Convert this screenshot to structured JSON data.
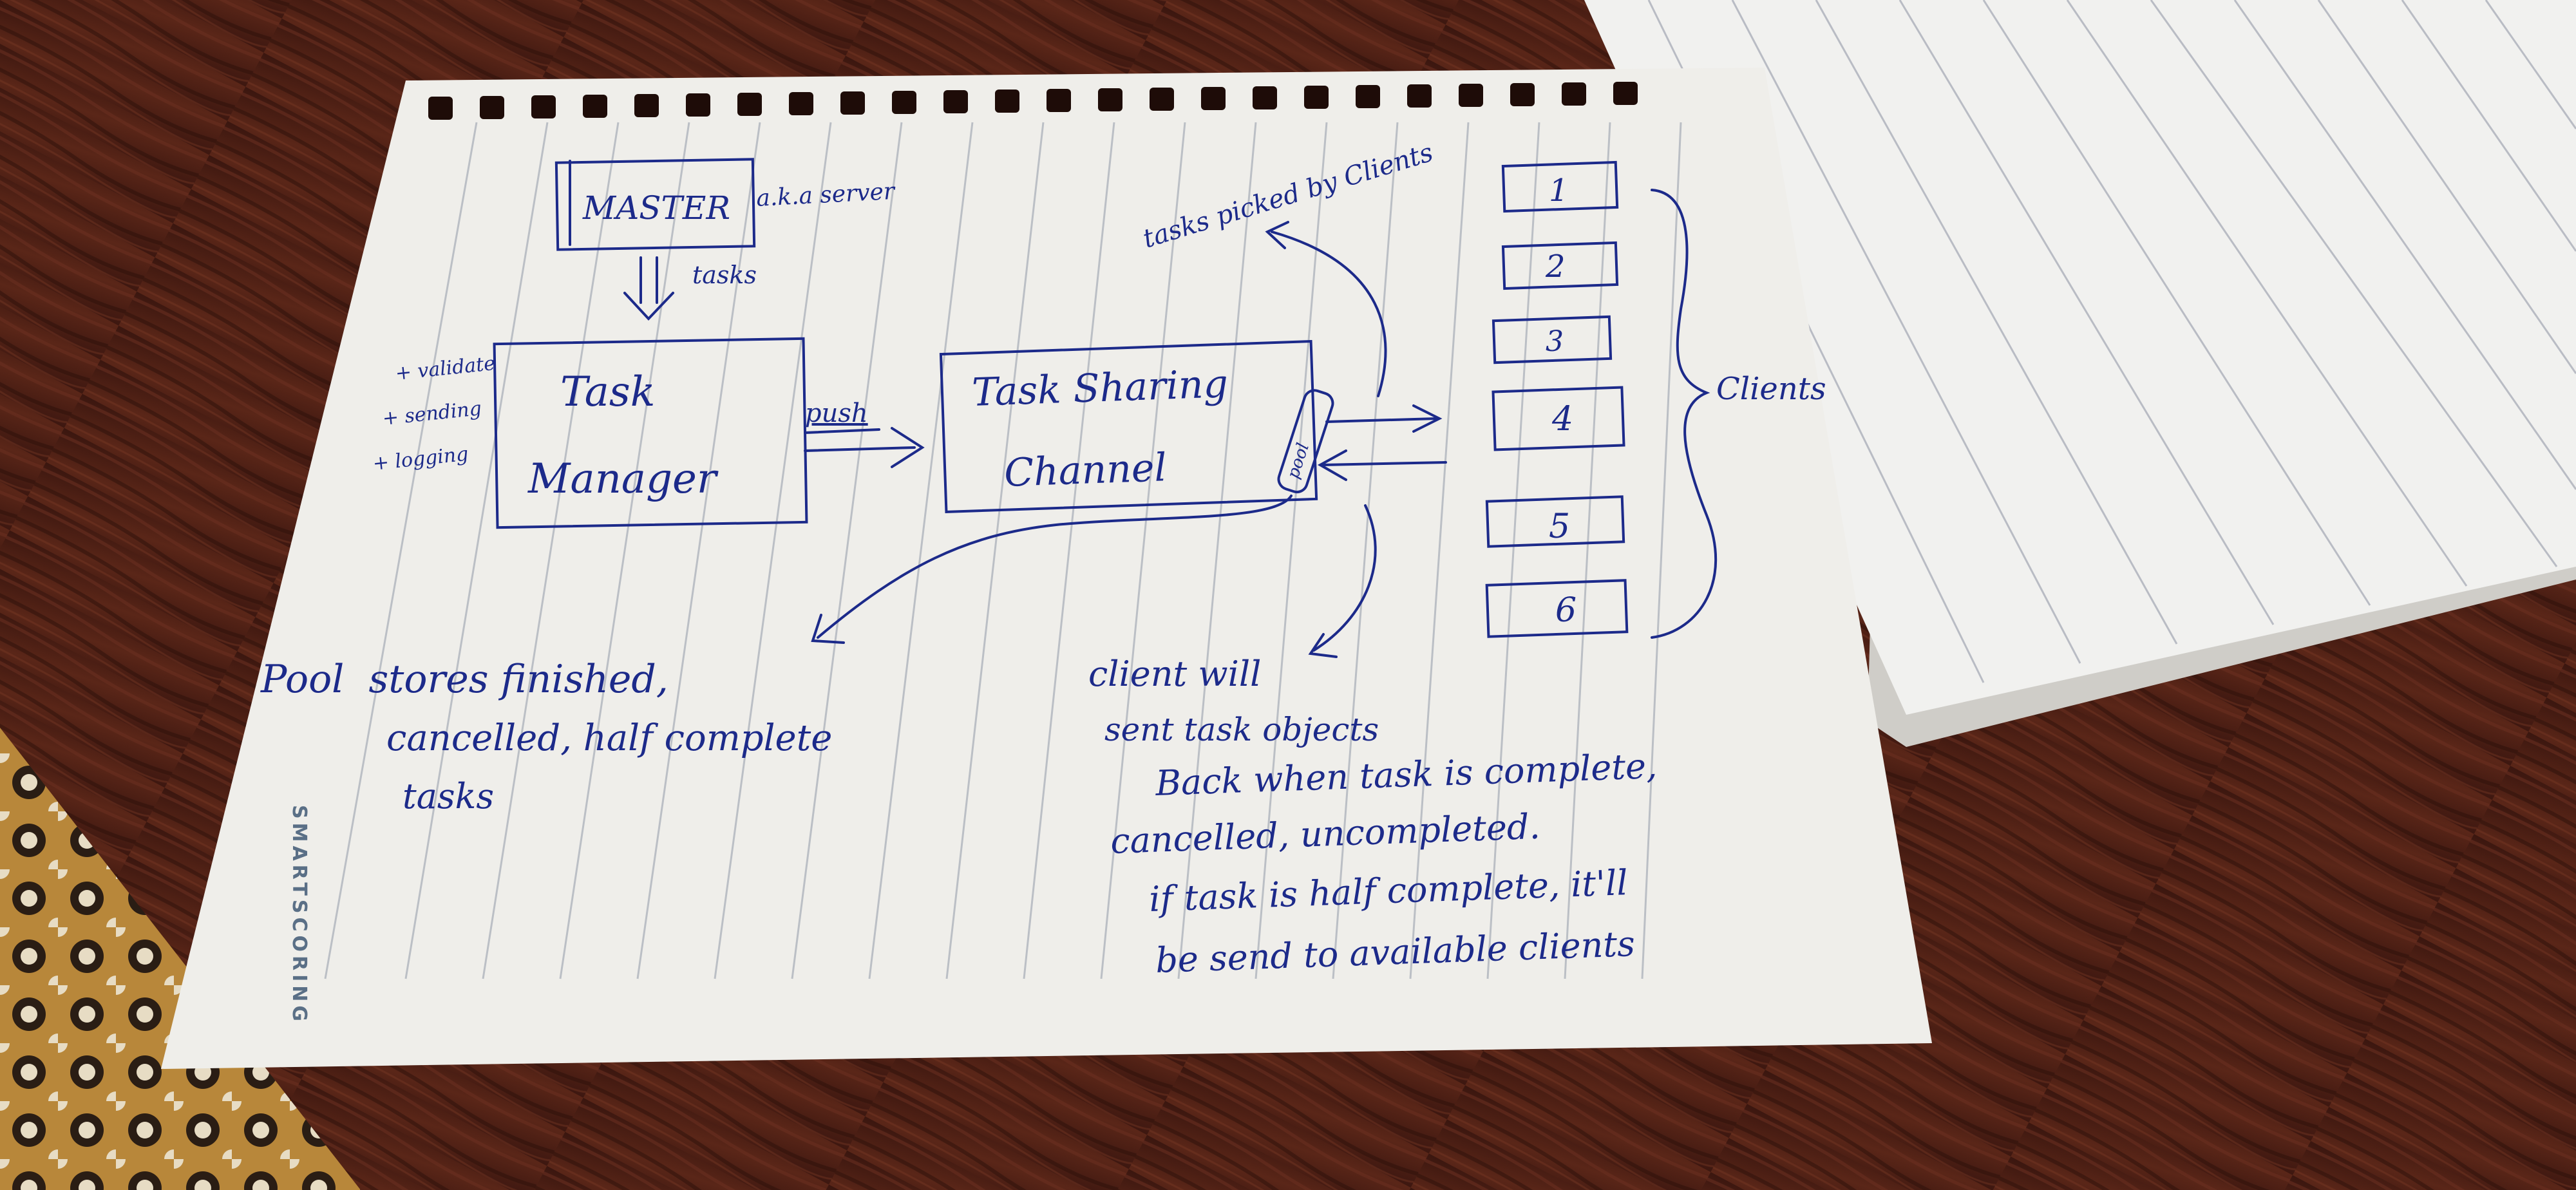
{
  "notebook": {
    "brand": "SMARTSCORING"
  },
  "diagram": {
    "master": {
      "label": "MASTER",
      "note": "a.k.a server"
    },
    "tasks_arrow_label": "tasks",
    "task_manager": {
      "label_line1": "Task",
      "label_line2": "Manager",
      "bullets": [
        "+ validate",
        "+ sending",
        "+ logging"
      ]
    },
    "push_label": "push",
    "channel": {
      "label_line1": "Task Sharing",
      "label_line2": "Channel",
      "pool_label": "pool"
    },
    "tasks_picked_label": "tasks picked by Clients",
    "clients": {
      "items": [
        "1",
        "2",
        "3",
        "4",
        "5",
        "6"
      ],
      "brace_label": "Clients"
    },
    "pool_note": {
      "line1": "Pool  stores finished,",
      "line2": "cancelled, half complete",
      "line3": "tasks"
    },
    "client_note": {
      "line1": "client will",
      "line2": "sent task objects",
      "line3": "Back when task is complete,",
      "line4": "cancelled, uncompleted.",
      "line5": "if task is half complete, it'll",
      "line6": "be send to available clients"
    }
  },
  "colors": {
    "ink": "#1c2a8a",
    "paper": "#efeeea",
    "table": "#4a1f16"
  }
}
